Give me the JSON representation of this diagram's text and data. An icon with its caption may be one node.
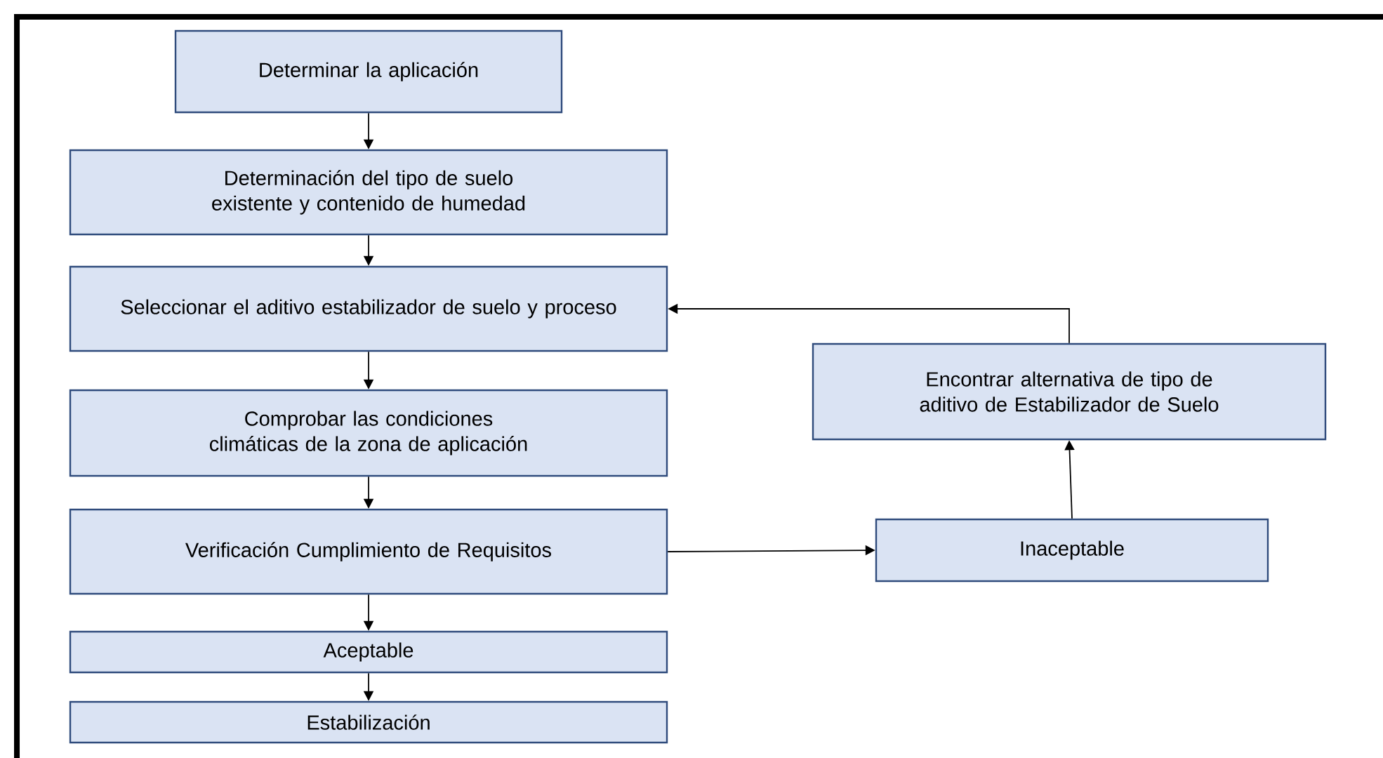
{
  "diagram": {
    "nodes": [
      {
        "text": [
          "Determinar la aplicación"
        ]
      },
      {
        "text": [
          "Determinación del tipo de suelo existente y contenido de humedad"
        ]
      },
      {
        "text": [
          "Seleccionar el aditivo estabilizador de suelo y proceso"
        ]
      },
      {
        "text": [
          "Comprobar las condiciones climáticas de la zona de aplicación"
        ]
      },
      {
        "text": [
          "Verificación Cumplimiento de Requisitos"
        ]
      },
      {
        "text": [
          "Aceptable"
        ]
      },
      {
        "text": [
          "Estabilización"
        ]
      },
      {
        "text": [
          "Encontrar alternativa de tipo de aditivo de Estabilizador de Suelo"
        ]
      },
      {
        "text": [
          "Inaceptable"
        ]
      }
    ],
    "edges": [
      {
        "from": 0,
        "to": 1,
        "arrow": "to"
      },
      {
        "from": 1,
        "to": 2,
        "arrow": "to"
      },
      {
        "from": 2,
        "to": 3,
        "arrow": "to"
      },
      {
        "from": 3,
        "to": 4,
        "arrow": "to"
      },
      {
        "from": 4,
        "to": 5,
        "arrow": "to"
      },
      {
        "from": 5,
        "to": 6,
        "arrow": "to"
      },
      {
        "from": 4,
        "to": 8,
        "arrow": "to"
      },
      {
        "from": 8,
        "to": 7,
        "arrow": "to"
      },
      {
        "from": 7,
        "to": 2,
        "arrow": "to"
      }
    ]
  }
}
